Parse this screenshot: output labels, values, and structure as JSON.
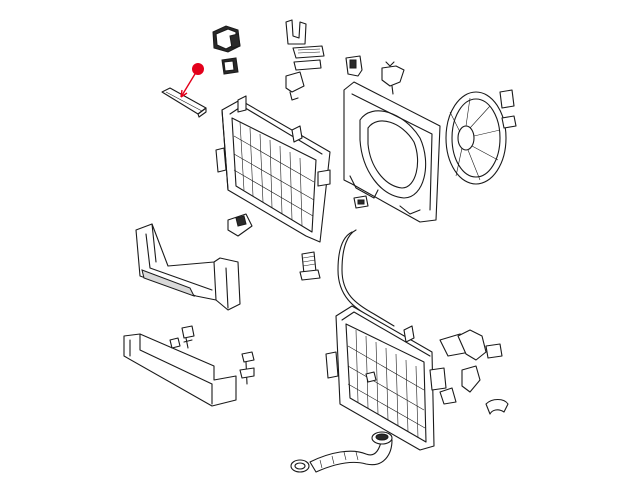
{
  "diagram": {
    "highlight_color": "#e3001b",
    "line_color": "#1a1a1a",
    "background": "#ffffff",
    "parts": [
      "radiator-shroud-clip",
      "clip-small",
      "retainer-bracket",
      "upper-mount-grommet",
      "upper-radiator",
      "fan-shroud",
      "mount-screw",
      "fan-blade",
      "fan-clip",
      "air-duct-panel",
      "drain-plug",
      "lower-bracket",
      "bolts",
      "lower-radiator",
      "coolant-hose",
      "hose-clamp",
      "reservoir-cap",
      "highlighted-rod-part"
    ]
  }
}
